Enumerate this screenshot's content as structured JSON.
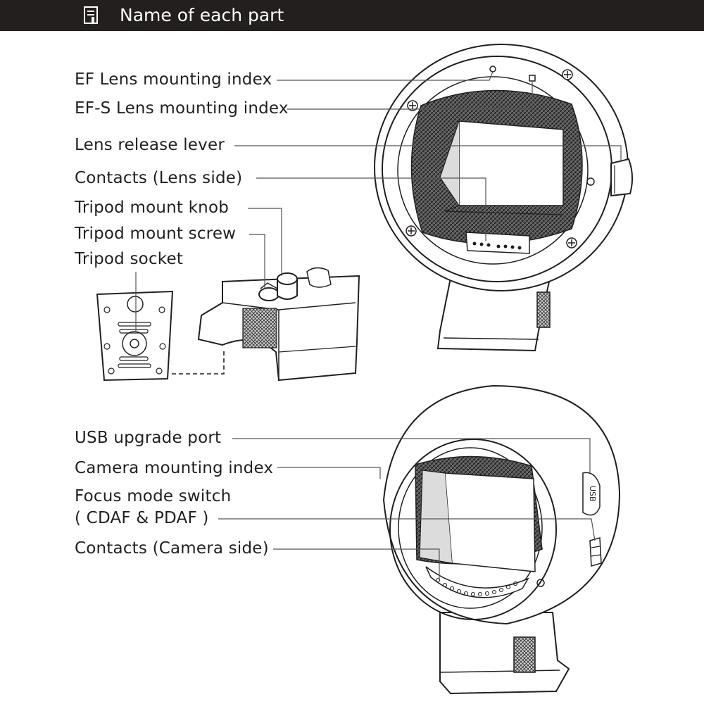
{
  "header": {
    "title": "Name of each part",
    "icon": "manual-book-icon"
  },
  "labels": {
    "ef_lens_mounting_index": "EF Lens mounting index",
    "efs_lens_mounting_index": "EF-S Lens mounting index",
    "lens_release_lever": "Lens release lever",
    "contacts_lens_side": "Contacts (Lens side)",
    "tripod_mount_knob": "Tripod mount knob",
    "tripod_mount_screw": "Tripod mount screw",
    "tripod_socket": "Tripod socket",
    "usb_upgrade_port": "USB upgrade port",
    "camera_mounting_index": "Camera mounting index",
    "focus_mode_switch": "Focus mode switch",
    "focus_mode_switch_sub": "( CDAF & PDAF )",
    "contacts_camera_side": "Contacts (Camera side)"
  },
  "port_marking": "USB",
  "colors": {
    "header_bg": "#231f1e",
    "header_text": "#ffffff",
    "ink": "#231f1e",
    "leader": "#555555"
  }
}
